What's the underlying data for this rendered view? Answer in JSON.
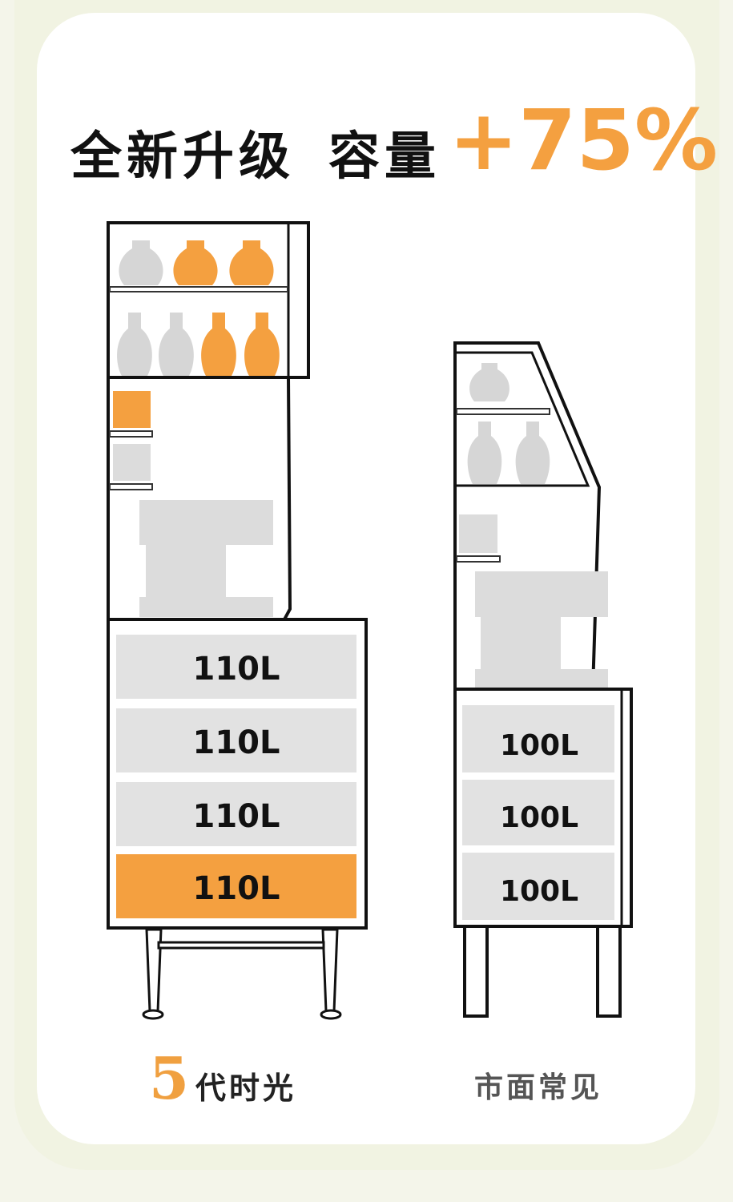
{
  "headline": {
    "part1": "全新升级",
    "part2": "容量",
    "highlight": "+75%"
  },
  "left_unit": {
    "caption_number": "5",
    "caption_text": "代时光",
    "drawers": [
      "110L",
      "110L",
      "110L",
      "110L"
    ]
  },
  "right_unit": {
    "caption_text": "市面常见",
    "drawers": [
      "100L",
      "100L",
      "100L"
    ]
  },
  "colors": {
    "accent": "#f4a040",
    "gray_fill": "#dcdcdc",
    "outline": "#111111"
  }
}
